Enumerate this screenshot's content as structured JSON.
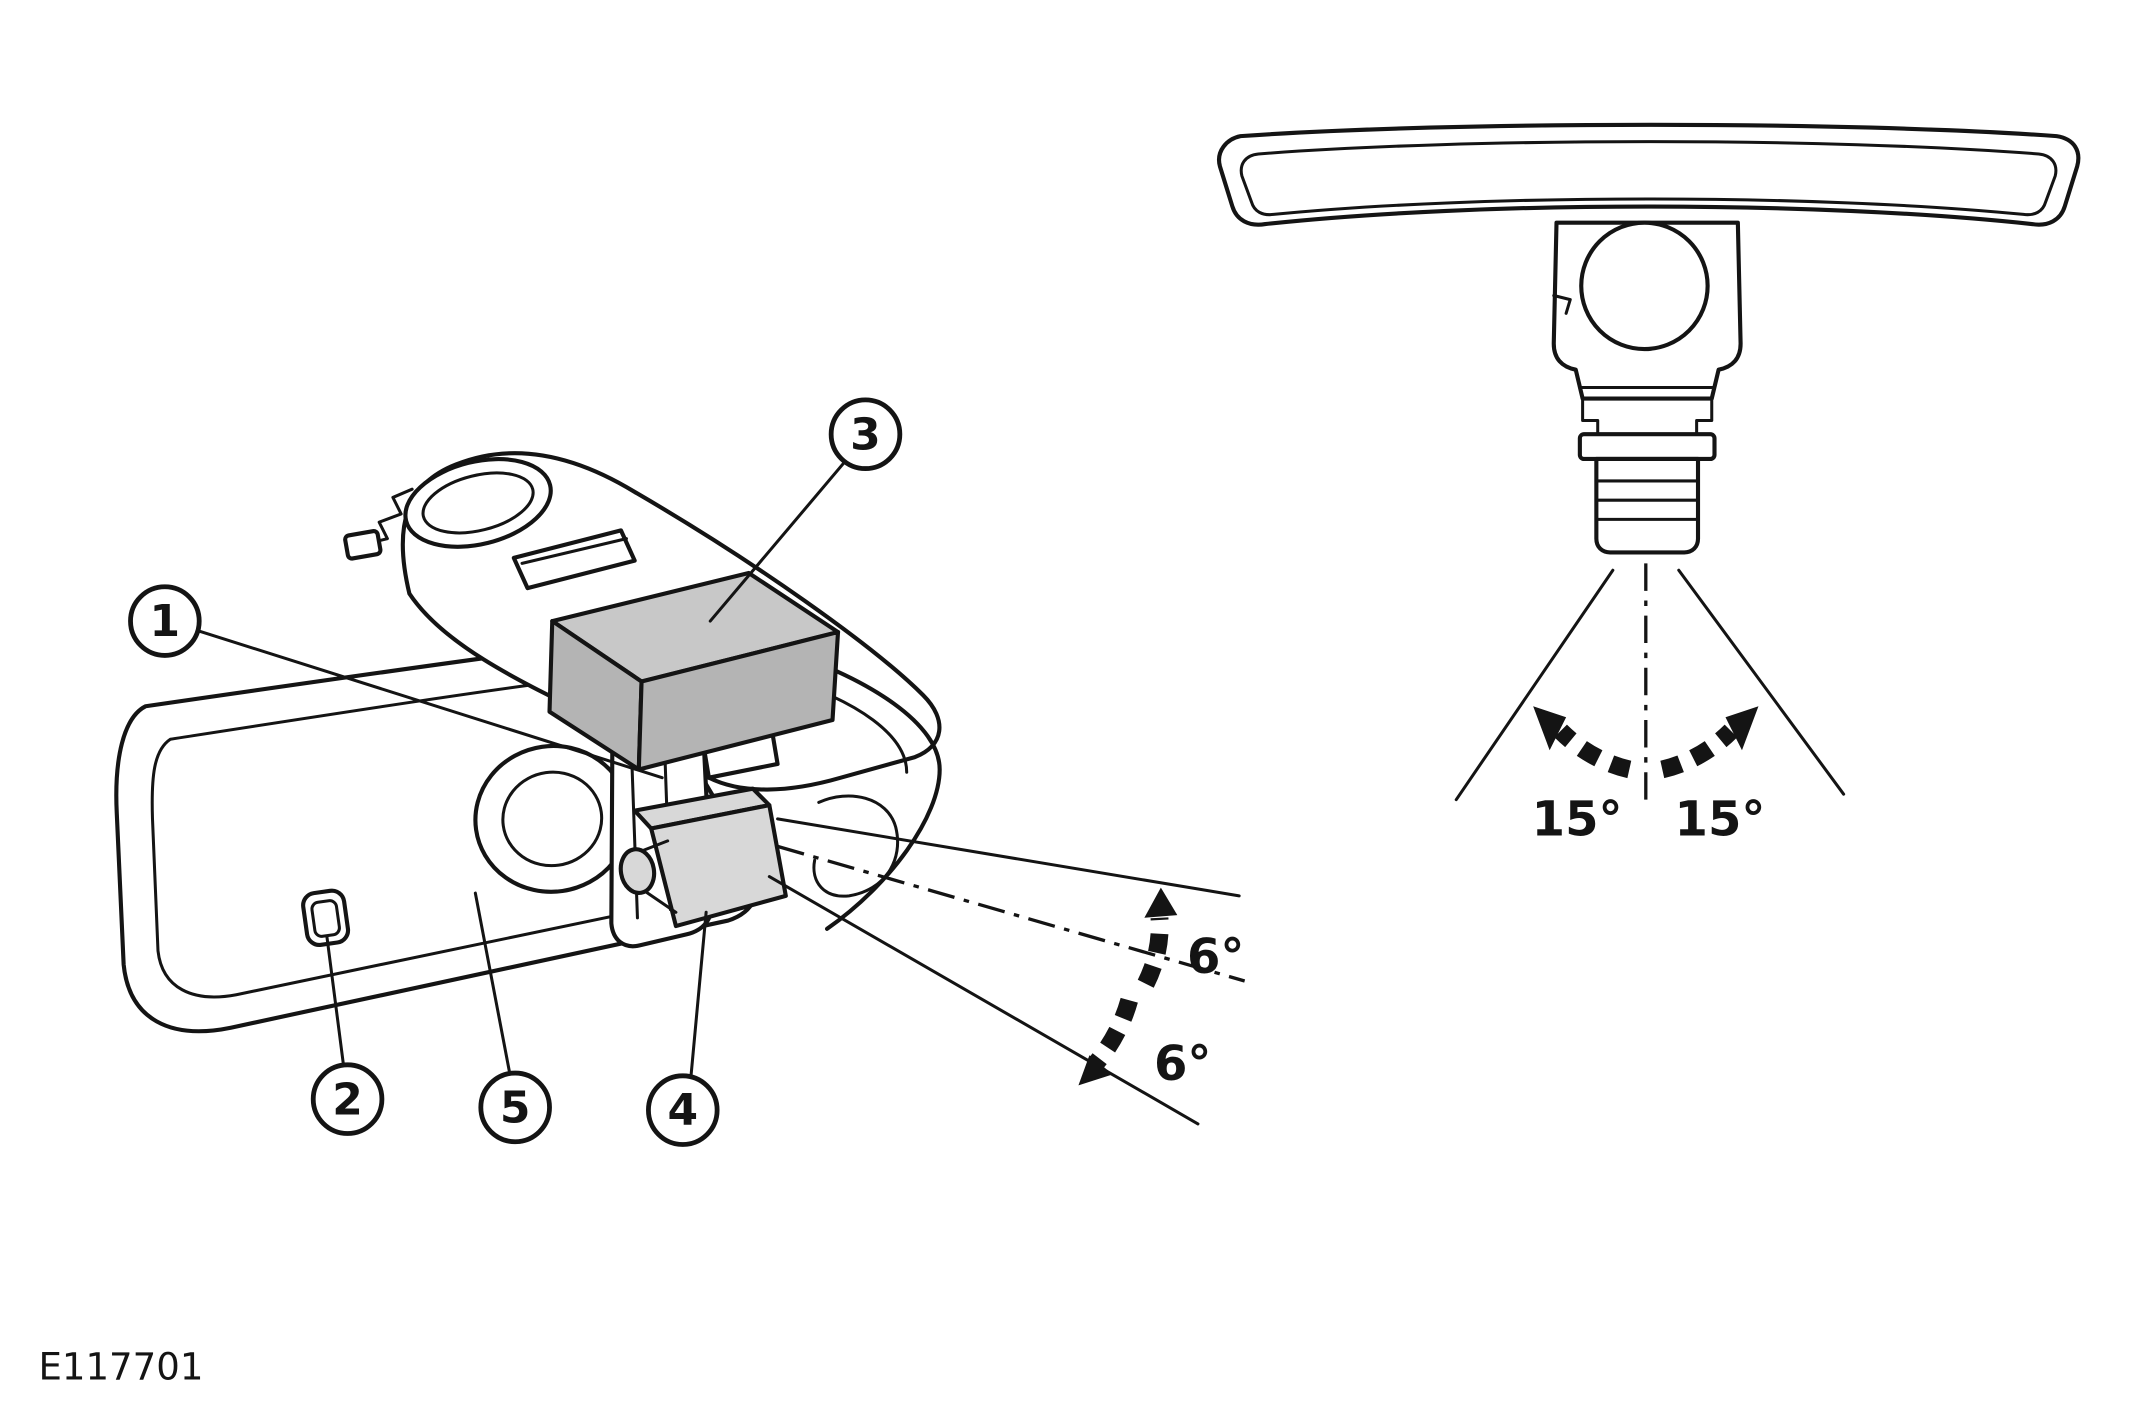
{
  "figure_id": "E117701",
  "callouts": {
    "c1": "1",
    "c2": "2",
    "c3": "3",
    "c4": "4",
    "c5": "5"
  },
  "angles": {
    "tilt_up": "6°",
    "tilt_down": "6°",
    "swivel_left": "15°",
    "swivel_right": "15°"
  },
  "colors": {
    "line": "#141414",
    "module_gray": "#c8c8c8",
    "module_gray_dark": "#b4b4b4",
    "part_gray": "#d8d8d8",
    "background": "#ffffff"
  }
}
